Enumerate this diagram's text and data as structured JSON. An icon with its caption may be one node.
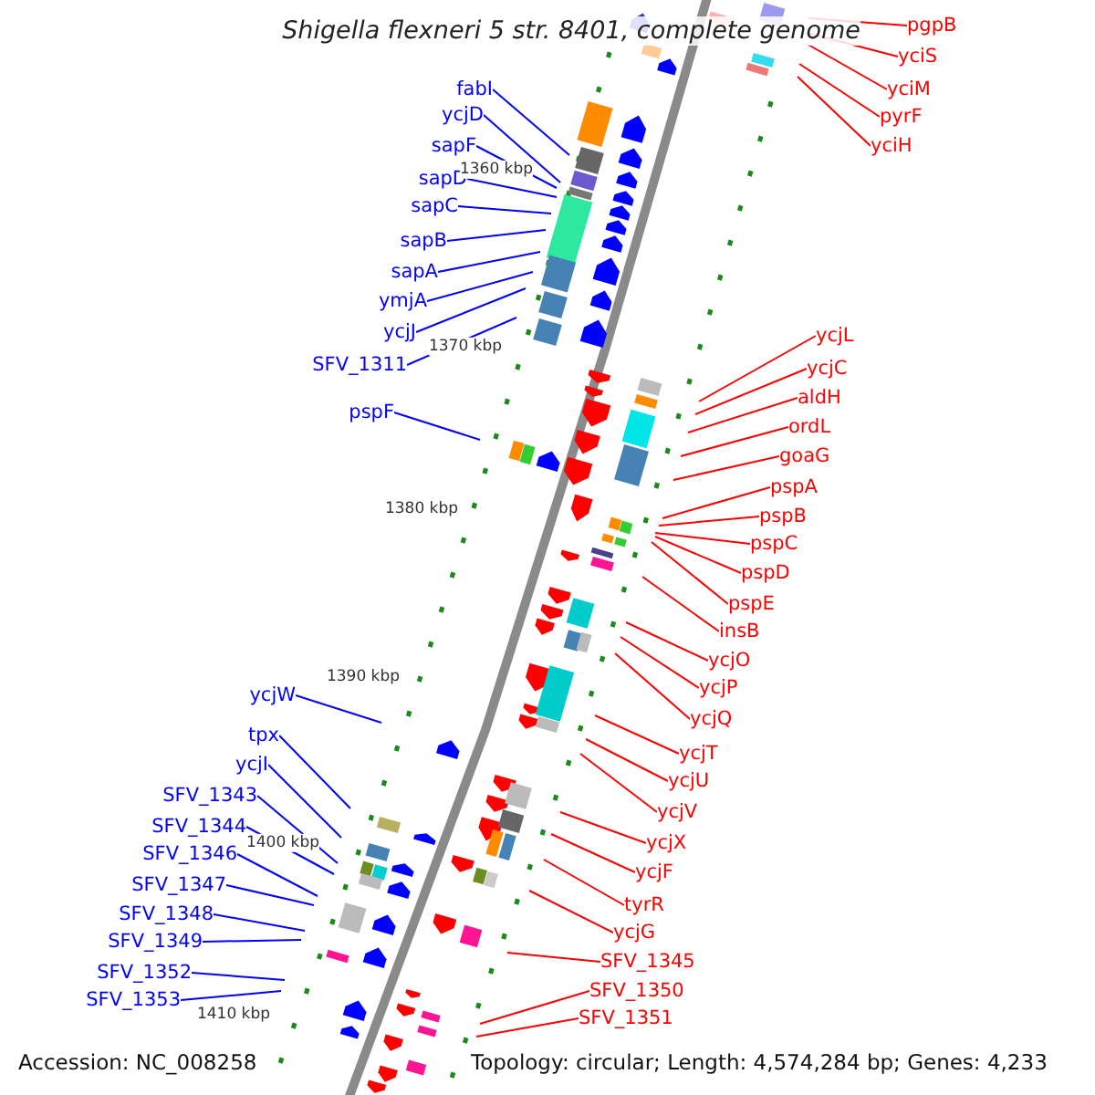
{
  "diagram": {
    "title": "Shigella flexneri 5 str. 8401, complete genome",
    "nodes": [
      {
        "text": [
          "fabI"
        ]
      },
      {
        "text": [
          "ycjD"
        ]
      },
      {
        "text": [
          "sapF"
        ]
      },
      {
        "text": [
          "sapD"
        ]
      },
      {
        "text": [
          "sapC"
        ]
      },
      {
        "text": [
          "sapB"
        ]
      },
      {
        "text": [
          "sapA"
        ]
      },
      {
        "text": [
          "ymjA"
        ]
      },
      {
        "text": [
          "ycjJ"
        ]
      },
      {
        "text": [
          "SFV_1311"
        ]
      },
      {
        "text": [
          "pspF"
        ]
      },
      {
        "text": [
          "ycjW"
        ]
      },
      {
        "text": [
          "tpx"
        ]
      },
      {
        "text": [
          "ycjI"
        ]
      },
      {
        "text": [
          "SFV_1343"
        ]
      },
      {
        "text": [
          "SFV_1344"
        ]
      },
      {
        "text": [
          "SFV_1346"
        ]
      },
      {
        "text": [
          "SFV_1347"
        ]
      },
      {
        "text": [
          "SFV_1348"
        ]
      },
      {
        "text": [
          "SFV_1349"
        ]
      },
      {
        "text": [
          "SFV_1352"
        ]
      },
      {
        "text": [
          "SFV_1353"
        ]
      },
      {
        "text": [
          "pgpB"
        ]
      },
      {
        "text": [
          "yciS"
        ]
      },
      {
        "text": [
          "yciM"
        ]
      },
      {
        "text": [
          "pyrF"
        ]
      },
      {
        "text": [
          "yciH"
        ]
      },
      {
        "text": [
          "ycjL"
        ]
      },
      {
        "text": [
          "ycjC"
        ]
      },
      {
        "text": [
          "aldH"
        ]
      },
      {
        "text": [
          "ordL"
        ]
      },
      {
        "text": [
          "goaG"
        ]
      },
      {
        "text": [
          "pspA"
        ]
      },
      {
        "text": [
          "pspB"
        ]
      },
      {
        "text": [
          "pspC"
        ]
      },
      {
        "text": [
          "pspD"
        ]
      },
      {
        "text": [
          "pspE"
        ]
      },
      {
        "text": [
          "insB"
        ]
      },
      {
        "text": [
          "ycjO"
        ]
      },
      {
        "text": [
          "ycjP"
        ]
      },
      {
        "text": [
          "ycjQ"
        ]
      },
      {
        "text": [
          "ycjT"
        ]
      },
      {
        "text": [
          "ycjU"
        ]
      },
      {
        "text": [
          "ycjV"
        ]
      },
      {
        "text": [
          "ycjX"
        ]
      },
      {
        "text": [
          "ycjF"
        ]
      },
      {
        "text": [
          "tyrR"
        ]
      },
      {
        "text": [
          "ycjG"
        ]
      },
      {
        "text": [
          "SFV_1345"
        ]
      },
      {
        "text": [
          "SFV_1350"
        ]
      },
      {
        "text": [
          "SFV_1351"
        ]
      }
    ],
    "edges": [
      {
        "from": 0,
        "to": null,
        "arrow": "none",
        "color": "#0000ff"
      },
      {
        "from": 1,
        "to": null,
        "arrow": "none",
        "color": "#0000ff"
      },
      {
        "from": 2,
        "to": null,
        "arrow": "none",
        "color": "#0000ff"
      },
      {
        "from": 3,
        "to": null,
        "arrow": "none",
        "color": "#0000ff"
      },
      {
        "from": 4,
        "to": null,
        "arrow": "none",
        "color": "#0000ff"
      },
      {
        "from": 5,
        "to": null,
        "arrow": "none",
        "color": "#0000ff"
      },
      {
        "from": 6,
        "to": null,
        "arrow": "none",
        "color": "#0000ff"
      },
      {
        "from": 7,
        "to": null,
        "arrow": "none",
        "color": "#0000ff"
      },
      {
        "from": 8,
        "to": null,
        "arrow": "none",
        "color": "#0000ff"
      },
      {
        "from": 9,
        "to": null,
        "arrow": "none",
        "color": "#0000ff"
      },
      {
        "from": 10,
        "to": null,
        "arrow": "none",
        "color": "#0000ff"
      },
      {
        "from": 11,
        "to": null,
        "arrow": "none",
        "color": "#0000ff"
      },
      {
        "from": 12,
        "to": null,
        "arrow": "none",
        "color": "#0000ff"
      },
      {
        "from": 13,
        "to": null,
        "arrow": "none",
        "color": "#0000ff"
      },
      {
        "from": 14,
        "to": null,
        "arrow": "none",
        "color": "#0000ff"
      },
      {
        "from": 15,
        "to": null,
        "arrow": "none",
        "color": "#0000ff"
      },
      {
        "from": 16,
        "to": null,
        "arrow": "none",
        "color": "#0000ff"
      },
      {
        "from": 17,
        "to": null,
        "arrow": "none",
        "color": "#0000ff"
      },
      {
        "from": 18,
        "to": null,
        "arrow": "none",
        "color": "#0000ff"
      },
      {
        "from": 19,
        "to": null,
        "arrow": "none",
        "color": "#0000ff"
      },
      {
        "from": 20,
        "to": null,
        "arrow": "none",
        "color": "#0000ff"
      },
      {
        "from": 21,
        "to": null,
        "arrow": "none",
        "color": "#0000ff"
      },
      {
        "from": 22,
        "to": null,
        "arrow": "none"
      },
      {
        "from": 23,
        "to": null,
        "arrow": "none"
      },
      {
        "from": 24,
        "to": null,
        "arrow": "none"
      },
      {
        "from": 25,
        "to": null,
        "arrow": "none"
      },
      {
        "from": 26,
        "to": null,
        "arrow": "none"
      },
      {
        "from": 27,
        "to": null,
        "arrow": "none"
      },
      {
        "from": 28,
        "to": null,
        "arrow": "none"
      },
      {
        "from": 29,
        "to": null,
        "arrow": "none"
      },
      {
        "from": 30,
        "to": null,
        "arrow": "none"
      },
      {
        "from": 31,
        "to": null,
        "arrow": "none"
      },
      {
        "from": 32,
        "to": null,
        "arrow": "none"
      },
      {
        "from": 33,
        "to": null,
        "arrow": "none"
      },
      {
        "from": 34,
        "to": null,
        "arrow": "none"
      },
      {
        "from": 35,
        "to": null,
        "arrow": "none"
      },
      {
        "from": 36,
        "to": null,
        "arrow": "none"
      },
      {
        "from": 37,
        "to": null,
        "arrow": "none"
      },
      {
        "from": 38,
        "to": null,
        "arrow": "none"
      },
      {
        "from": 39,
        "to": null,
        "arrow": "none"
      },
      {
        "from": 40,
        "to": null,
        "arrow": "none"
      },
      {
        "from": 41,
        "to": null,
        "arrow": "none"
      },
      {
        "from": 42,
        "to": null,
        "arrow": "none"
      },
      {
        "from": 43,
        "to": null,
        "arrow": "none"
      },
      {
        "from": 44,
        "to": null,
        "arrow": "none"
      },
      {
        "from": 45,
        "to": null,
        "arrow": "none"
      },
      {
        "from": 46,
        "to": null,
        "arrow": "none"
      },
      {
        "from": 47,
        "to": null,
        "arrow": "none"
      },
      {
        "from": 48,
        "to": null,
        "arrow": "none"
      },
      {
        "from": 49,
        "to": null,
        "arrow": "none"
      },
      {
        "from": 50,
        "to": null,
        "arrow": "none"
      }
    ],
    "labels": [
      "1360 kbp",
      "1370 kbp",
      "1380 kbp",
      "1390 kbp",
      "1400 kbp",
      "1410 kbp",
      "Accession: NC_008258",
      "Topology: circular; Length: 4,574,284 bp; Genes: 4,233"
    ]
  }
}
